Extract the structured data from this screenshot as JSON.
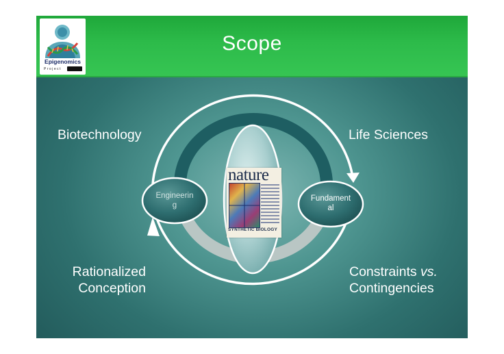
{
  "slide": {
    "title": "Scope",
    "logo": {
      "name": "Epigenomics",
      "subtitle": "Project",
      "icon": "human-dna-figure-icon"
    },
    "labels": {
      "top_left": "Biotechnology",
      "top_right": "Life Sciences",
      "bottom_left_line1": "Rationalized",
      "bottom_left_line2": "Conception",
      "bottom_right_line1_a": "Constraints ",
      "bottom_right_line1_b": "vs.",
      "bottom_right_line2": "Contingencies"
    },
    "nodes": {
      "left_line1": "Engineerin",
      "left_line2": "g",
      "right_line1": "Fundament",
      "right_line2": "al"
    },
    "journal_cover": {
      "brand": "nature",
      "strapline": "SYNTHETIC BIOLOGY"
    },
    "colors": {
      "header_green": "#2dbb4a",
      "background_teal": "#2f716f",
      "arc_dark": "#1e5e62",
      "arc_light": "#b9c6c4",
      "node_fill": "#2e6e70"
    }
  }
}
